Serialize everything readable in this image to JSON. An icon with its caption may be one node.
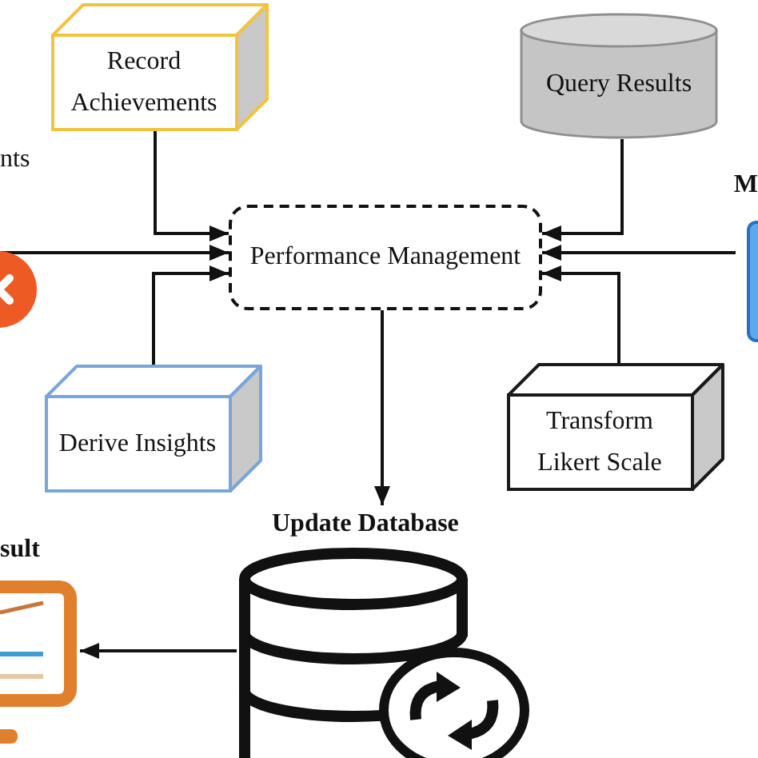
{
  "diagram": {
    "nodes": [
      {
        "text": [
          "Record Achievements"
        ]
      },
      {
        "text": [
          "Query Results"
        ]
      },
      {
        "text": [
          "M"
        ]
      },
      {
        "text": [
          "Performance Management"
        ]
      },
      {
        "text": [],
        "shape": "circle"
      },
      {
        "text": [
          "Derive Insights"
        ]
      },
      {
        "text": [
          "Transform Likert Scale"
        ]
      },
      {
        "text": [
          "Update Database"
        ]
      },
      {
        "text": [
          "sult"
        ]
      }
    ],
    "edges": [
      {
        "from": 0,
        "to": 3,
        "arrow": "to"
      },
      {
        "from": 4,
        "to": 3,
        "arrow": "to"
      },
      {
        "from": 5,
        "to": 3,
        "arrow": "to"
      },
      {
        "from": 1,
        "to": 3,
        "arrow": "to"
      },
      {
        "from": 2,
        "to": 3,
        "arrow": "to"
      },
      {
        "from": 6,
        "to": 3,
        "arrow": "to"
      },
      {
        "from": 3,
        "to": 7,
        "arrow": "to"
      },
      {
        "from": 7,
        "to": 8,
        "arrow": "to"
      }
    ],
    "labels": [
      "nts"
    ]
  }
}
